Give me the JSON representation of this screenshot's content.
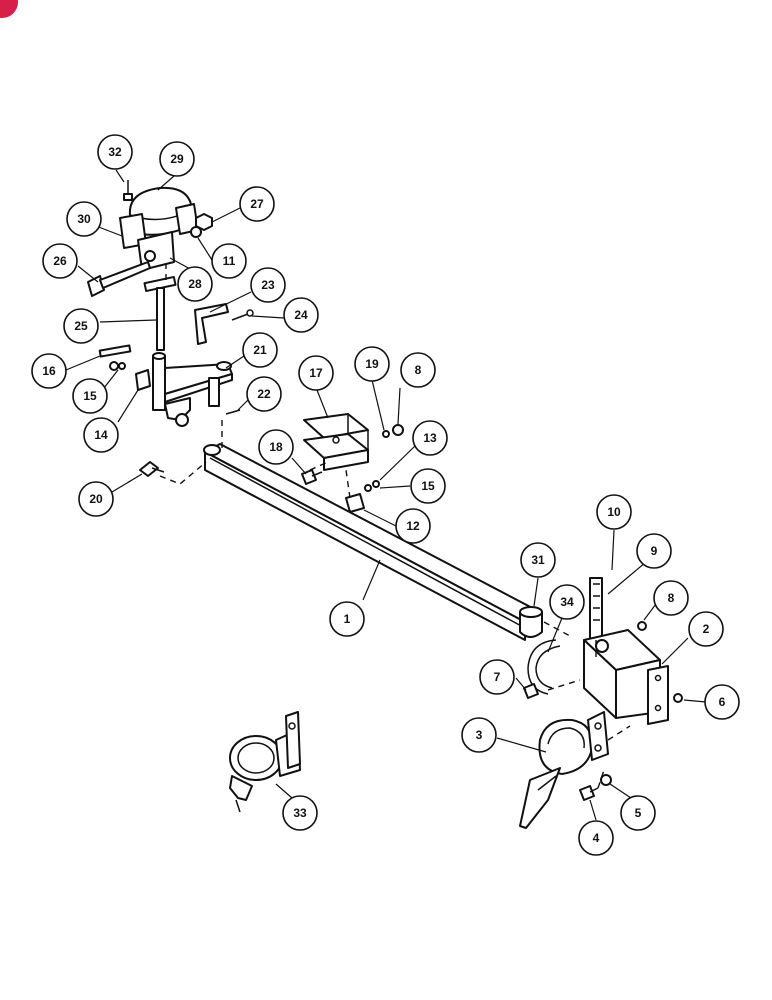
{
  "colors": {
    "line": "#111111",
    "background": "#ffffff",
    "corner_badge": "#d6204a"
  },
  "callouts": [
    {
      "id": "c1",
      "label": "1"
    },
    {
      "id": "c2",
      "label": "2"
    },
    {
      "id": "c3",
      "label": "3"
    },
    {
      "id": "c4",
      "label": "4"
    },
    {
      "id": "c5",
      "label": "5"
    },
    {
      "id": "c6",
      "label": "6"
    },
    {
      "id": "c7",
      "label": "7"
    },
    {
      "id": "c8a",
      "label": "8"
    },
    {
      "id": "c8b",
      "label": "8"
    },
    {
      "id": "c9",
      "label": "9"
    },
    {
      "id": "c10",
      "label": "10"
    },
    {
      "id": "c11",
      "label": "11"
    },
    {
      "id": "c12",
      "label": "12"
    },
    {
      "id": "c13",
      "label": "13"
    },
    {
      "id": "c14",
      "label": "14"
    },
    {
      "id": "c15a",
      "label": "15"
    },
    {
      "id": "c15b",
      "label": "15"
    },
    {
      "id": "c16",
      "label": "16"
    },
    {
      "id": "c17",
      "label": "17"
    },
    {
      "id": "c18",
      "label": "18"
    },
    {
      "id": "c19",
      "label": "19"
    },
    {
      "id": "c20",
      "label": "20"
    },
    {
      "id": "c21",
      "label": "21"
    },
    {
      "id": "c22",
      "label": "22"
    },
    {
      "id": "c23",
      "label": "23"
    },
    {
      "id": "c24",
      "label": "24"
    },
    {
      "id": "c25",
      "label": "25"
    },
    {
      "id": "c26",
      "label": "26"
    },
    {
      "id": "c27",
      "label": "27"
    },
    {
      "id": "c28",
      "label": "28"
    },
    {
      "id": "c29",
      "label": "29"
    },
    {
      "id": "c30",
      "label": "30"
    },
    {
      "id": "c31",
      "label": "31"
    },
    {
      "id": "c32",
      "label": "32"
    },
    {
      "id": "c33",
      "label": "33"
    },
    {
      "id": "c34",
      "label": "34"
    }
  ]
}
